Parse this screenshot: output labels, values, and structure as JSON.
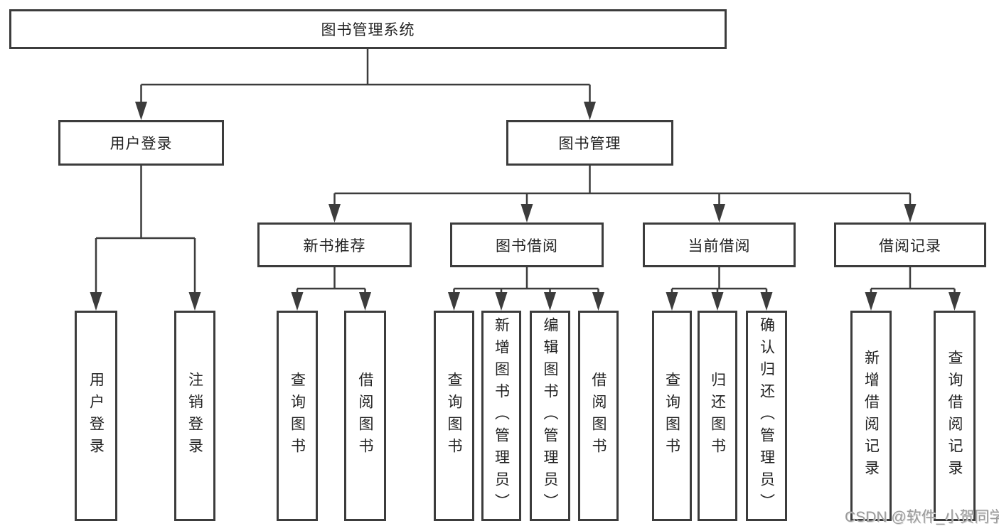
{
  "colors": {
    "line": "#3c3c3c",
    "box_border": "#3c3c3c",
    "text": "#222222",
    "watermark": "#9b9b9b",
    "background": "#ffffff"
  },
  "watermark": {
    "text": "CSDN @软件_小贺同学"
  },
  "tree": {
    "root": {
      "label": "图书管理系统",
      "children": [
        {
          "label": "用户登录",
          "children": [
            {
              "label": "用户登录"
            },
            {
              "label": "注销登录"
            }
          ]
        },
        {
          "label": "图书管理",
          "children": [
            {
              "label": "新书推荐",
              "children": [
                {
                  "label": "查询图书"
                },
                {
                  "label": "借阅图书"
                }
              ]
            },
            {
              "label": "图书借阅",
              "children": [
                {
                  "label": "查询图书"
                },
                {
                  "label": "新增图书（管理员）"
                },
                {
                  "label": "编辑图书（管理员）"
                },
                {
                  "label": "借阅图书"
                }
              ]
            },
            {
              "label": "当前借阅",
              "children": [
                {
                  "label": "查询图书"
                },
                {
                  "label": "归还图书"
                },
                {
                  "label": "确认归还（管理员）"
                }
              ]
            },
            {
              "label": "借阅记录",
              "children": [
                {
                  "label": "新增借阅记录"
                },
                {
                  "label": "查询借阅记录"
                }
              ]
            }
          ]
        }
      ]
    }
  }
}
